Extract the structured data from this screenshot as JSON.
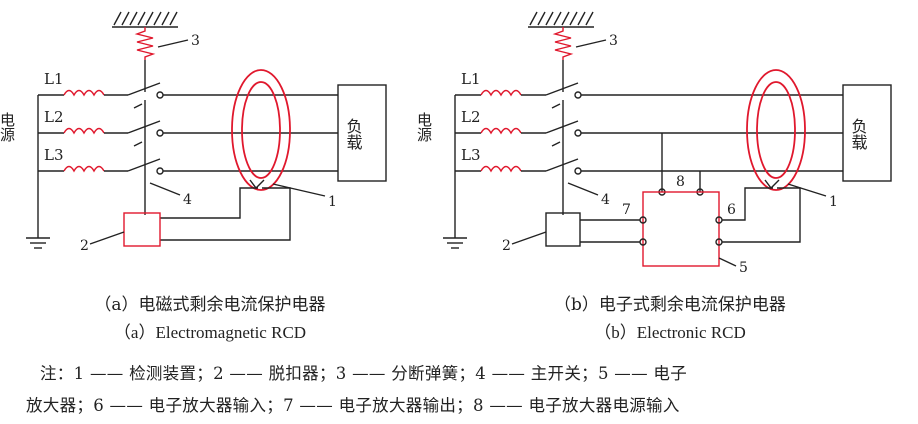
{
  "diagrams": [
    {
      "source_label": "电源",
      "lines": [
        "L1",
        "L2",
        "L3"
      ],
      "load_label": "负载",
      "markers": [
        "1",
        "2",
        "3",
        "4"
      ],
      "caption_cn": "（a）电磁式剩余电流保护电器",
      "caption_en": "（a）Electromagnetic  RCD"
    },
    {
      "source_label": "电源",
      "lines": [
        "L1",
        "L2",
        "L3"
      ],
      "load_label": "负载",
      "markers": [
        "1",
        "2",
        "3",
        "4",
        "5",
        "6",
        "7",
        "8"
      ],
      "caption_cn": "（b）电子式剩余电流保护电器",
      "caption_en": "（b）Electronic  RCD"
    }
  ],
  "note": {
    "line1": "注：1 —— 检测装置；2 —— 脱扣器；3 —— 分断弹簧；4 —— 主开关；5 —— 电子",
    "line2": "放大器；6 —— 电子放大器输入；7 —— 电子放大器输出；8 —— 电子放大器电源输入"
  },
  "colors": {
    "line": "#222222",
    "highlight": "#e0182d"
  }
}
